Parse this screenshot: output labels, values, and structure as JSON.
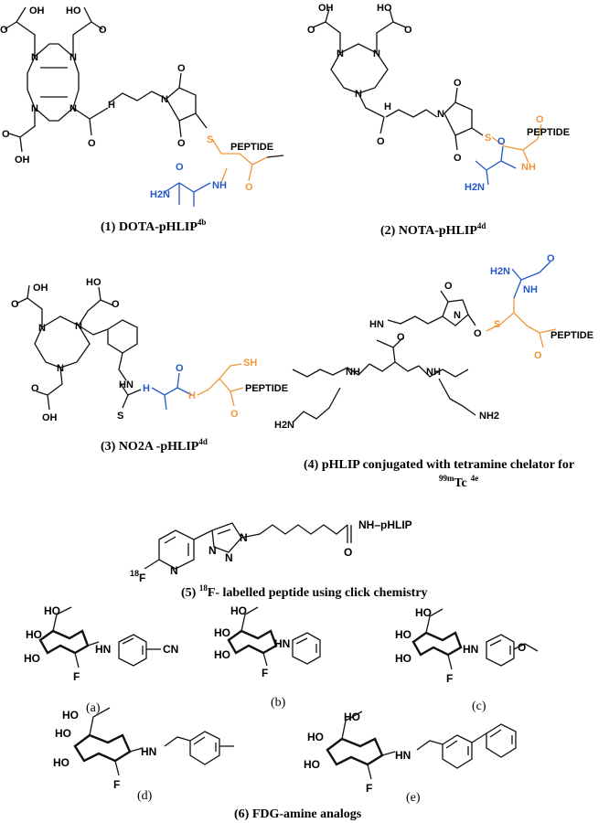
{
  "figure": {
    "captions": {
      "c1": "(1) DOTA-pHLIP",
      "c1_sup": "4b",
      "c2": "(2) NOTA-pHLIP",
      "c2_sup": "4d",
      "c3": "(3) NO2A -pHLIP",
      "c3_sup": "4d",
      "c4_line1": "(4) pHLIP conjugated with tetramine chelator for",
      "c4_line2_sup1": "99m",
      "c4_line2": "Tc",
      "c4_line2_sup2": "4e",
      "c5_sup": "18",
      "c5": "F- labelled peptide using click chemistry",
      "c6": "(6) FDG-amine analogs"
    },
    "sublabels": [
      "(a)",
      "(b)",
      "(c)",
      "(d)",
      "(e)"
    ],
    "atoms": {
      "oh": "OH",
      "ho": "HO",
      "o": "O",
      "n": "N",
      "nh": "NH",
      "hn": "HN",
      "h": "H",
      "s": "S",
      "sh": "SH",
      "h2n": "H2N",
      "nh2": "NH2",
      "f": "F",
      "f18_sup": "18",
      "cn": "CN",
      "peptide": "PEPTIDE",
      "nh_phlip": "NH–pHLIP"
    },
    "colors": {
      "black": "#111111",
      "blue": "#2457c9",
      "orange": "#f0963a"
    }
  }
}
